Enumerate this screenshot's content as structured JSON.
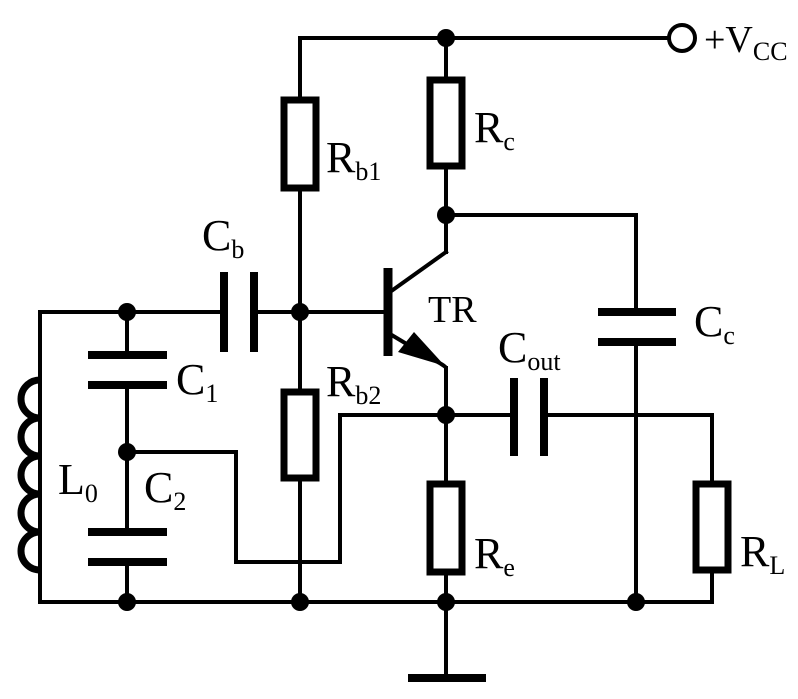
{
  "supply": {
    "main": "+V",
    "sub": "CC"
  },
  "transistor": {
    "label": "TR"
  },
  "labels": {
    "rb1": {
      "main": "R",
      "sub": "b1"
    },
    "rc": {
      "main": "R",
      "sub": "c"
    },
    "cb": {
      "main": "C",
      "sub": "b"
    },
    "cc": {
      "main": "C",
      "sub": "c"
    },
    "cout": {
      "main": "C",
      "sub": "out"
    },
    "c1": {
      "main": "C",
      "sub": "1"
    },
    "rb2": {
      "main": "R",
      "sub": "b2"
    },
    "l0": {
      "main": "L",
      "sub": "0"
    },
    "c2": {
      "main": "C",
      "sub": "2"
    },
    "re": {
      "main": "R",
      "sub": "e"
    },
    "rl": {
      "main": "R",
      "sub": "L"
    }
  }
}
